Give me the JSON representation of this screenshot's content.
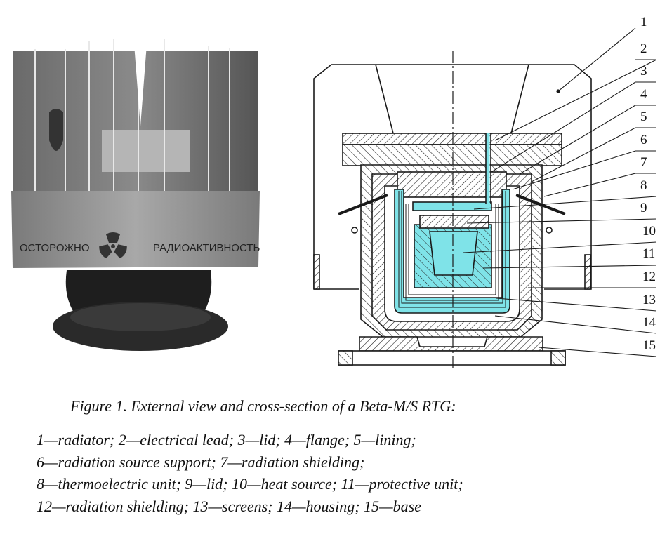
{
  "figure": {
    "photo": {
      "band_text_left": "ОСТОРОЖНО",
      "band_text_right": "РАДИОАКТИВНОСТЬ",
      "symbol": "radiation-trefoil-icon"
    },
    "diagram": {
      "labels": [
        "1",
        "2",
        "3",
        "4",
        "5",
        "6",
        "7",
        "8",
        "9",
        "10",
        "11",
        "12",
        "13",
        "14",
        "15"
      ],
      "fill_color": "#7fe3e8",
      "line_color": "#1a1a1a"
    },
    "caption": "Figure 1. External view and cross-section of a Beta-M/S RTG:",
    "legend_lines": [
      "1—radiator; 2—electrical lead; 3—lid; 4—flange; 5—lining;",
      "6—radiation source support; 7—radiation shielding;",
      "8—thermoelectric unit; 9—lid; 10—heat source; 11—protective unit;",
      "12—radiation shielding; 13—screens; 14—housing; 15—base"
    ]
  }
}
